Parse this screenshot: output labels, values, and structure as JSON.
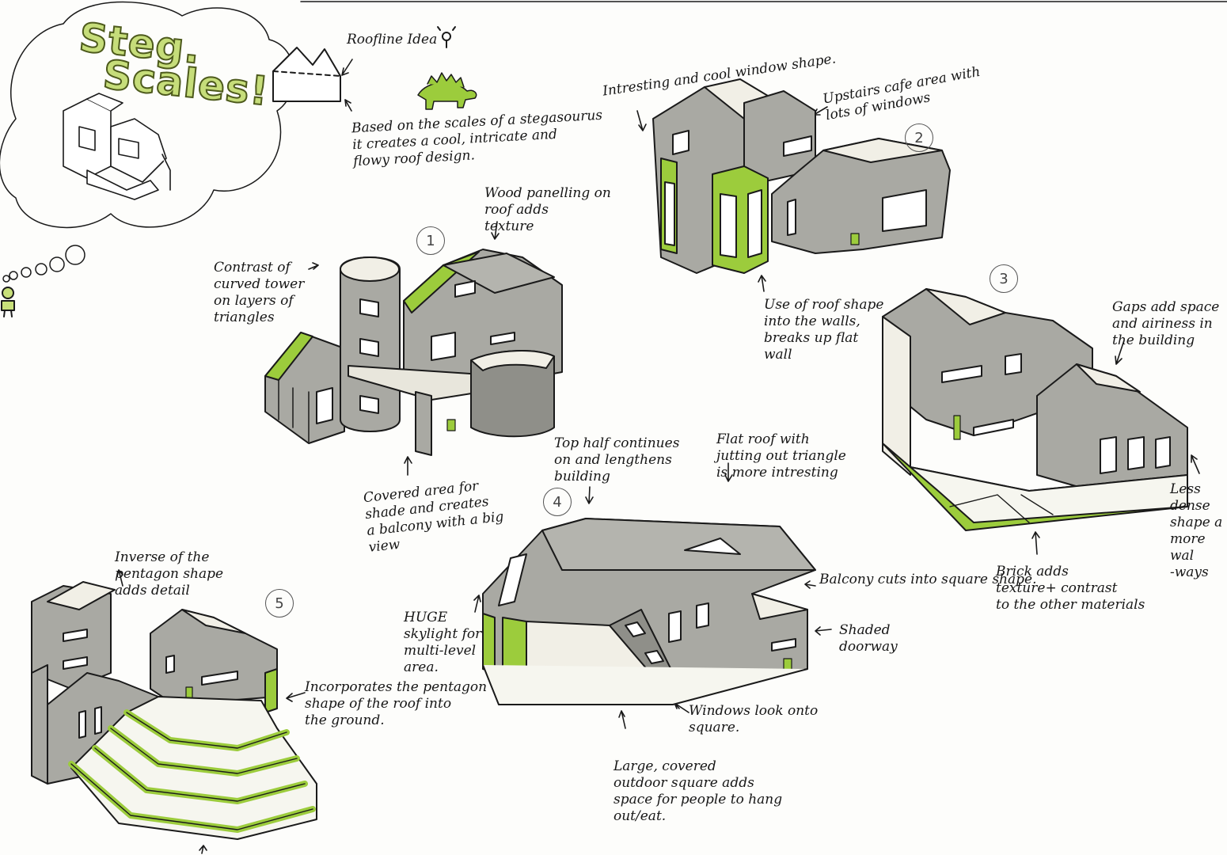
{
  "title": {
    "line1": "Steg.",
    "line2": "Scales!"
  },
  "colors": {
    "accent_green": "#9ccc3c",
    "wall_gray": "#a9a9a3",
    "ink": "#1a1a1a",
    "paper": "#fdfdfb"
  },
  "numbers": [
    "1",
    "2",
    "3",
    "4",
    "5"
  ],
  "notes": {
    "roofline": "Roofline Idea",
    "stego": "Based on the scales of a stegasourus\nit creates a cool, intricate and\nflowy roof design.",
    "window": "Intresting and cool window shape.",
    "upstairs": "Upstairs cafe area with\nlots of windows",
    "wood": "Wood panelling on\nroof adds\ntexture",
    "contrast": "Contrast of\ncurved tower\non layers of\ntriangles",
    "roof_walls": "Use of roof shape\ninto the walls,\nbreaks up flat\nwall",
    "gaps": "Gaps add space\nand airiness in\nthe building",
    "covered": "Covered area for\nshade and creates\na balcony with a big\nview",
    "tophalf": "Top half continues\non and lengthens\nbuilding",
    "flatroof": "Flat roof with\njutting out triangle\nis more intresting",
    "less_dense": "Less\ndense\nshape a\nmore wal\n-ways",
    "brick": "Brick adds\ntexture+ contrast\nto the other materials",
    "inverse": "Inverse of the\npentagon shape\nadds detail",
    "huge": "HUGE\nskylight for\nmulti-level\narea.",
    "balcony": "Balcony cuts into square shape.",
    "shaded": "Shaded\ndoorway",
    "incorporates": "Incorporates the pentagon\nshape of the roof into\nthe ground.",
    "windows_look": "Windows look onto\nsquare.",
    "large": "Large, covered\noutdoor square adds\nspace for people to hang\nout/eat."
  }
}
